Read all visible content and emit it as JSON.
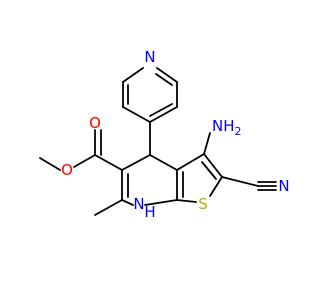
{
  "molecule": {
    "labels": {
      "pyridine_n": "N",
      "amino": "NH",
      "amino_sub": "2",
      "carbonyl_o": "O",
      "ester_o": "O",
      "nitrile_n": "N",
      "thiophene_s": "S",
      "ring_nh": "H",
      "ring_n": "N"
    },
    "colors": {
      "bond": "#000000",
      "nitrogen": "#0000ff",
      "oxygen": "#ff0000",
      "sulfur": "#b2b200",
      "background": "#ffffff"
    }
  }
}
